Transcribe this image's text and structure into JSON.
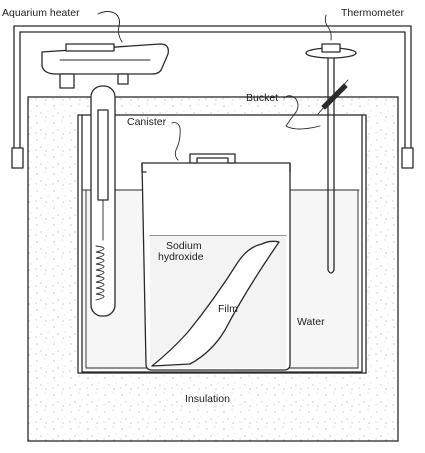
{
  "labels": {
    "heater": "Aquarium heater",
    "thermometer": "Thermometer",
    "bucket": "Bucket",
    "canister": "Canister",
    "sodium_line1": "Sodium",
    "sodium_line2": "hydroxide",
    "film": "Film",
    "water": "Water",
    "insulation": "Insulation"
  }
}
